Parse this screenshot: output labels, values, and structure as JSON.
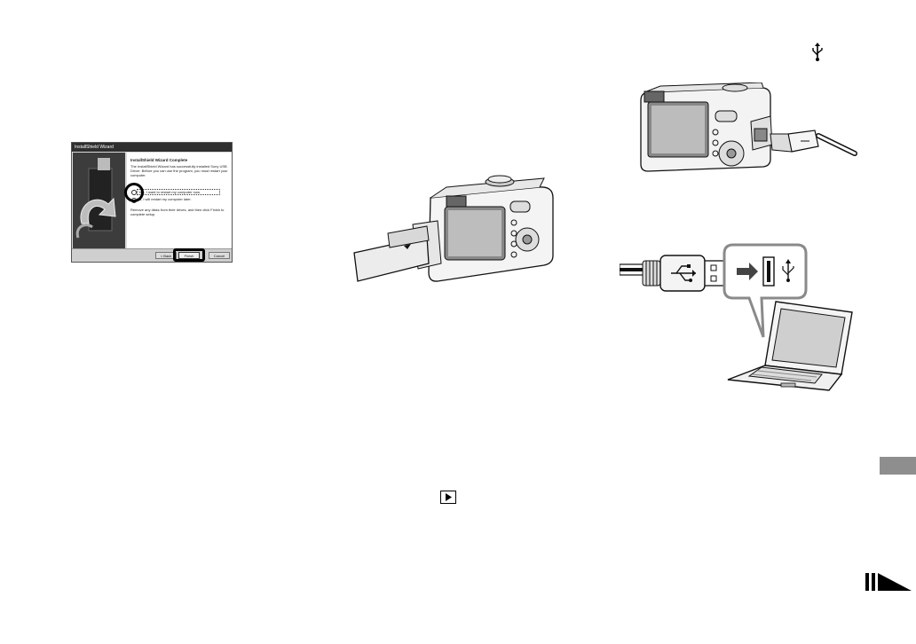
{
  "dialog": {
    "title": "InstallShield Wizard",
    "heading": "InstallShield Wizard Complete",
    "body": "The InstallShield Wizard has successfully installed Sony USB Driver. Before you can use the program, you must restart your computer.",
    "option_yes": "Yes, I want to restart my computer now.",
    "option_no": "No, I will restart my computer later.",
    "note": "Remove any disks from their drives, and then click Finish to complete setup.",
    "back_label": "< Back",
    "finish_label": "Finish",
    "cancel_label": "Cancel"
  },
  "icons": {
    "playback": "playback-icon",
    "usb": "usb-icon",
    "continue": "continue-arrow-icon"
  },
  "colors": {
    "side_tab": "#8e8e8e",
    "dialog_bg": "#d9d9d9",
    "titlebar": "#2f2f2f"
  }
}
